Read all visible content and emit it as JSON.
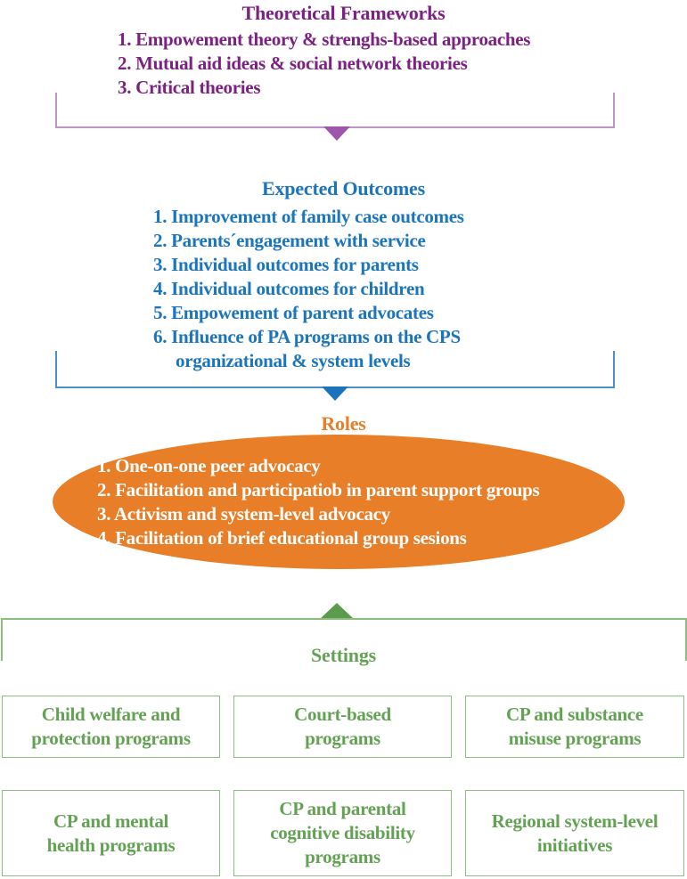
{
  "colors": {
    "purple_text": "#7B2181",
    "purple_bracket_line": "#C193CB",
    "purple_arrow": "#9C57A8",
    "blue_text": "#1B75BC",
    "blue_bracket_line": "#4C90CB",
    "blue_arrow": "#1B73BB",
    "orange": "#E87E28",
    "ellipse_text": "#FFFFFF",
    "green_text": "#63A254",
    "green_border": "#8CBD81",
    "green_arrow": "#5C9B4D",
    "background": "#FFFFFF"
  },
  "frameworks": {
    "title": "Theoretical Frameworks",
    "items": [
      "1. Empowement theory & strenghs-based approaches",
      "2. Mutual aid ideas & social network theories",
      "3. Critical theories"
    ]
  },
  "outcomes": {
    "title": "Expected Outcomes",
    "items": [
      "1. Improvement of family case outcomes",
      "2. Parents´engagement with service",
      "3. Individual outcomes for parents",
      "4. Individual outcomes for children",
      "5. Empowement of parent advocates",
      "6. Influence of PA programs on the CPS"
    ],
    "continuation": "organizational & system levels"
  },
  "roles": {
    "title": "Roles",
    "items": [
      "1. One-on-one peer advocacy",
      "2. Facilitation and participatiob in parent support groups",
      "3. Activism and system-level advocacy",
      "4. Facilitation of brief educational group sesions"
    ]
  },
  "settings": {
    "title": "Settings",
    "boxes": [
      "Child welfare and protection programs",
      "Court-based programs",
      "CP and substance misuse programs",
      "CP and mental health programs",
      "CP and parental cognitive disability programs",
      "Regional system-level initiatives"
    ]
  }
}
